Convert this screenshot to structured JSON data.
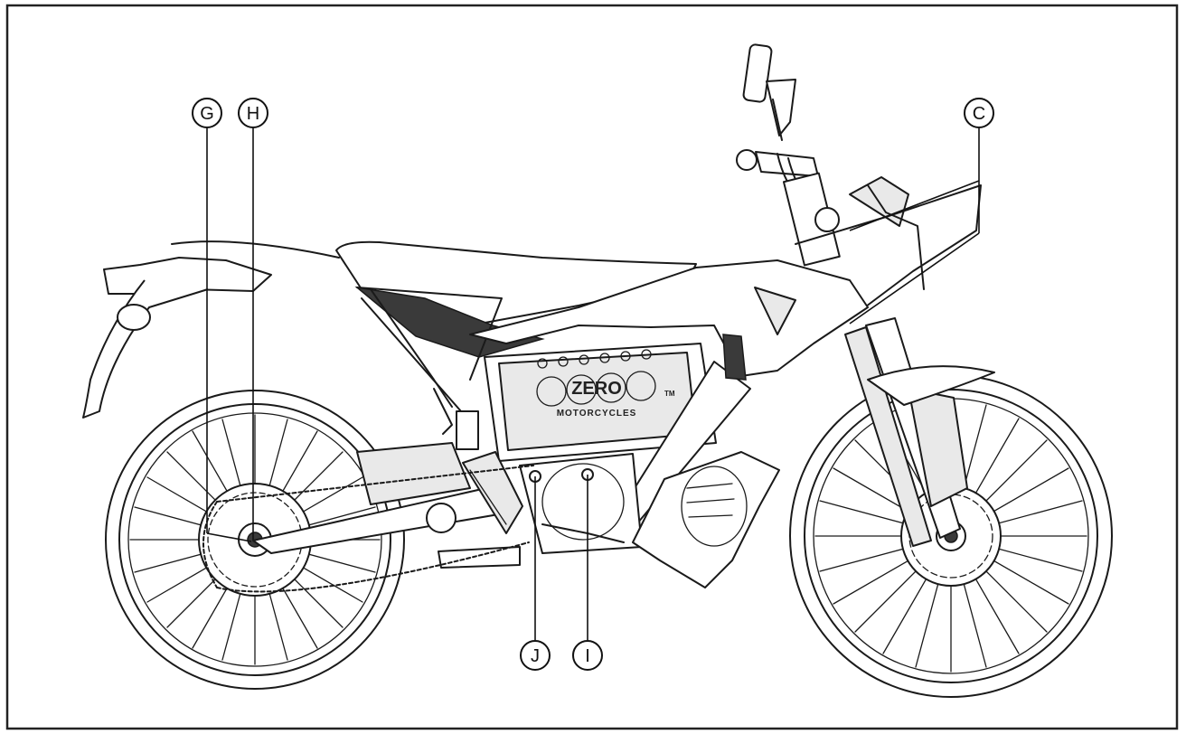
{
  "diagram": {
    "callouts": [
      {
        "id": "C",
        "label": "C"
      },
      {
        "id": "G",
        "label": "G"
      },
      {
        "id": "H",
        "label": "H"
      },
      {
        "id": "I",
        "label": "I"
      },
      {
        "id": "J",
        "label": "J"
      }
    ],
    "brand": {
      "logo_text": "ZERO",
      "sub_text": "MOTORCYCLES",
      "trademark": "TM"
    }
  },
  "colors": {
    "line": "#1a1a1a",
    "fill": "#e9e9e9",
    "background": "#ffffff"
  }
}
